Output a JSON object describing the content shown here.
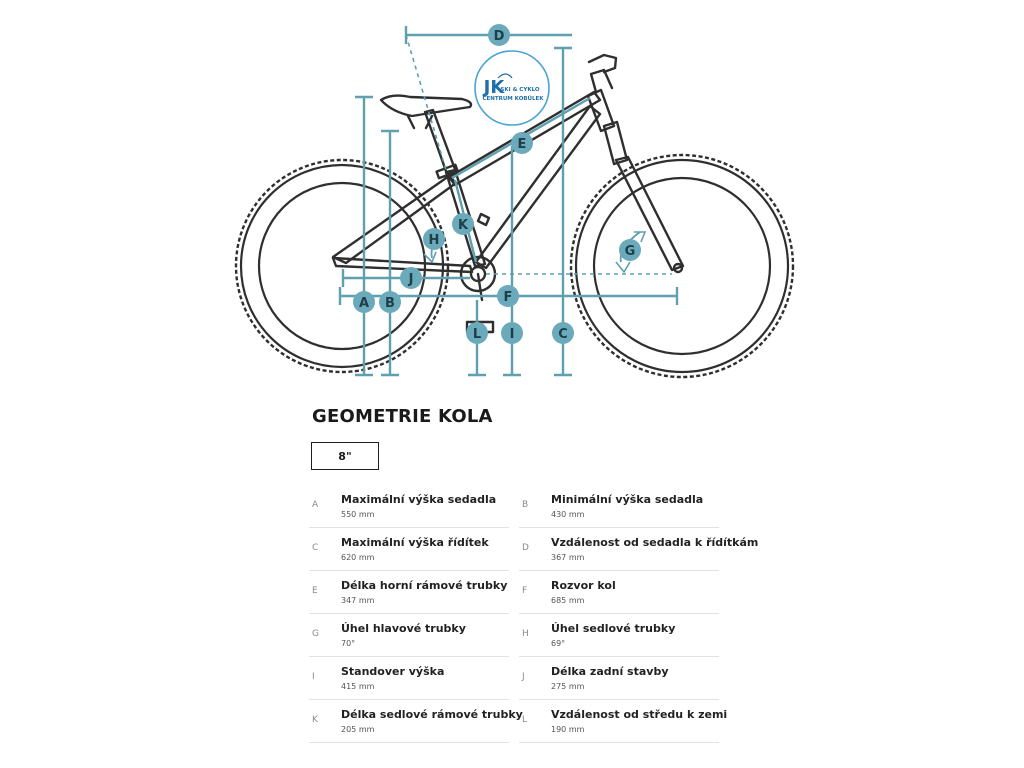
{
  "logo": {
    "monogram": "JK",
    "line1": "SKI & CYKLO",
    "line2": "CENTRUM KOBÚLEK"
  },
  "diagram": {
    "markers": {
      "A": "A",
      "B": "B",
      "C": "C",
      "D": "D",
      "E": "E",
      "F": "F",
      "G": "G",
      "H": "H",
      "I": "I",
      "J": "J",
      "K": "K",
      "L": "L"
    },
    "colors": {
      "frame": "#2f2f2f",
      "measure": "#5e9fb0",
      "badge": "#6aaabb",
      "badge_text": "#1d3f48"
    }
  },
  "section": {
    "title": "GEOMETRIE KOLA"
  },
  "size_tab": {
    "label": "8\""
  },
  "specs": [
    {
      "letter": "A",
      "label": "Maximální výška sedadla",
      "value": "550 mm"
    },
    {
      "letter": "B",
      "label": "Minimální výška sedadla",
      "value": "430 mm"
    },
    {
      "letter": "C",
      "label": "Maximální výška řídítek",
      "value": "620 mm"
    },
    {
      "letter": "D",
      "label": "Vzdálenost od sedadla k řídítkám",
      "value": "367 mm"
    },
    {
      "letter": "E",
      "label": "Délka horní rámové trubky",
      "value": "347 mm"
    },
    {
      "letter": "F",
      "label": "Rozvor kol",
      "value": "685 mm"
    },
    {
      "letter": "G",
      "label": "Úhel hlavové trubky",
      "value": "70°"
    },
    {
      "letter": "H",
      "label": "Úhel sedlové trubky",
      "value": "69°"
    },
    {
      "letter": "I",
      "label": "Standover výška",
      "value": "415 mm"
    },
    {
      "letter": "J",
      "label": "Délka zadní stavby",
      "value": "275 mm"
    },
    {
      "letter": "K",
      "label": "Délka sedlové rámové trubky",
      "value": "205 mm"
    },
    {
      "letter": "L",
      "label": "Vzdálenost od středu k zemi",
      "value": "190 mm"
    }
  ]
}
